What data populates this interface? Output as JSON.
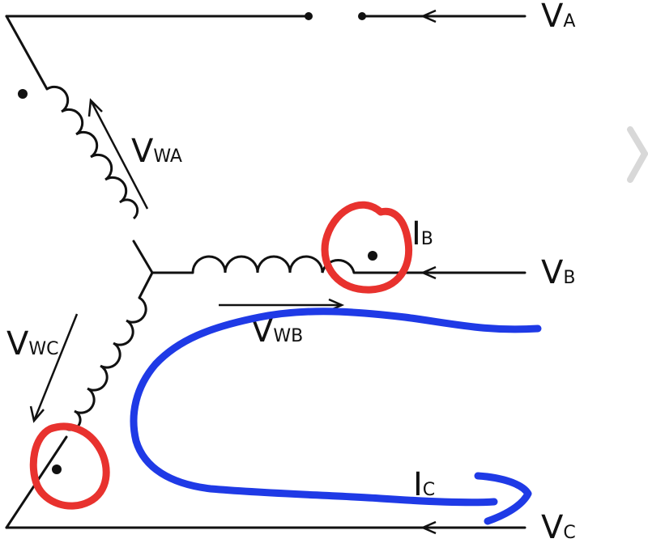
{
  "labels": {
    "va": {
      "main": "V",
      "sub": "A"
    },
    "vb": {
      "main": "V",
      "sub": "B"
    },
    "vc": {
      "main": "V",
      "sub": "C"
    },
    "vwa": {
      "main": "V",
      "sub": "WA"
    },
    "vwb": {
      "main": "V",
      "sub": "WB"
    },
    "vwc": {
      "main": "V",
      "sub": "WC"
    },
    "ib": {
      "main": "I",
      "sub": "B"
    },
    "ic": {
      "main": "I",
      "sub": "C"
    }
  },
  "annotations": {
    "red_ink": "#e8322e",
    "blue_ink": "#1f3ae6"
  },
  "icons": {
    "next": "chevron-right-icon"
  }
}
